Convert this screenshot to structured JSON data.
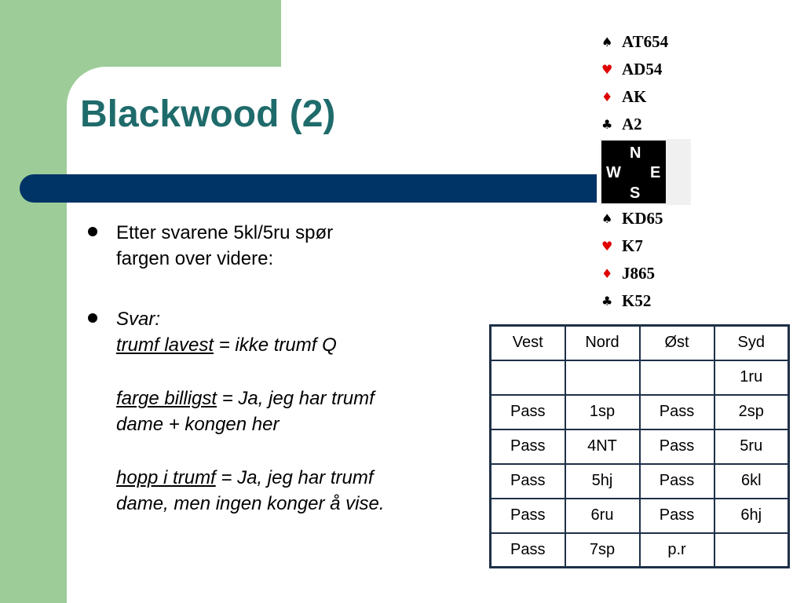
{
  "title": "Blackwood (2)",
  "bullets": {
    "b1": [
      "Etter svarene 5kl/5ru spør",
      "fargen over videre:"
    ],
    "b2_head": "Svar:",
    "items": [
      {
        "term": "trumf lavest",
        "rest": [
          " = ikke trumf Q"
        ]
      },
      {
        "term": "farge billigst",
        "rest": [
          " = Ja, jeg har trumf",
          "dame + kongen her"
        ]
      },
      {
        "term": "hopp i trumf",
        "rest": [
          " = Ja, jeg har trumf",
          "dame, men ingen konger å vise."
        ]
      }
    ]
  },
  "north": {
    "spades": "AT654",
    "hearts": "AD54",
    "diamonds": "AK",
    "clubs": "A2"
  },
  "compass": {
    "n": "N",
    "w": "W",
    "e": "E",
    "s": "S"
  },
  "south": {
    "spades": "KD65",
    "hearts": "K7",
    "diamonds": "J865",
    "clubs": "K52"
  },
  "bidding": {
    "header": [
      "Vest",
      "Nord",
      "Øst",
      "Syd"
    ],
    "rows": [
      [
        "",
        "",
        "",
        "1ru"
      ],
      [
        "Pass",
        "1sp",
        "Pass",
        "2sp"
      ],
      [
        "Pass",
        "4NT",
        "Pass",
        "5ru"
      ],
      [
        "Pass",
        "5hj",
        "Pass",
        "6kl"
      ],
      [
        "Pass",
        "6ru",
        "Pass",
        "6hj"
      ],
      [
        "Pass",
        "7sp",
        "p.r",
        ""
      ]
    ]
  },
  "colors": {
    "green": "#9dcc98",
    "navy": "#003366",
    "title": "#1f6b6b",
    "red_suit": "#e00000"
  },
  "icons": {
    "spade": "spade-icon",
    "heart": "heart-icon",
    "diamond": "diamond-icon",
    "club": "club-icon"
  }
}
